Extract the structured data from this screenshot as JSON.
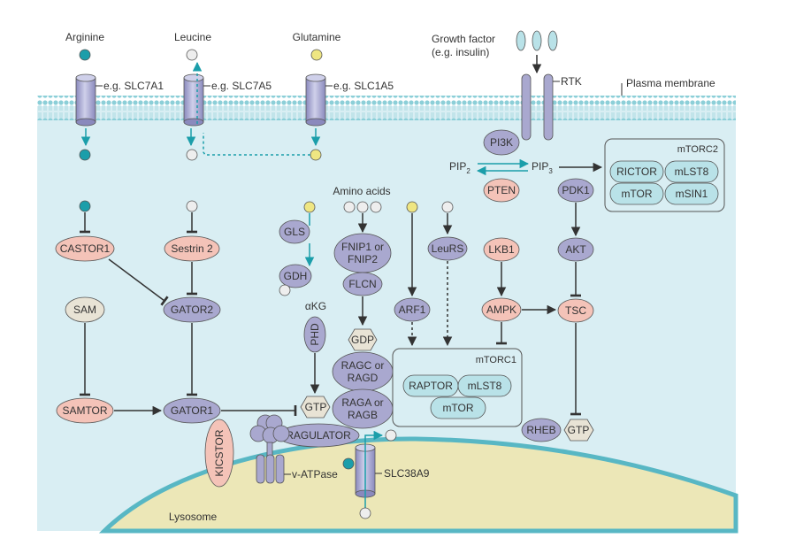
{
  "colors": {
    "cytoplasm": "#d9eef3",
    "membrane": "#8ccfd8",
    "lysosome": "#ece7b7",
    "lysosome_edge": "#58b7c4",
    "purple": "#a9a8cf",
    "pink": "#f4c3b8",
    "teal": "#b9e2e8",
    "beige": "#e8e3d5",
    "grey_circle": "#eeeeee",
    "yellow_circle": "#efe682",
    "teal_circle": "#1b9eaa",
    "arrow_teal": "#1b9eaa",
    "arrow_dark": "#333333"
  },
  "labels": {
    "arginine": "Arginine",
    "leucine": "Leucine",
    "glutamine": "Glutamine",
    "growth_factor": "Growth factor",
    "growth_factor_example": "(e.g. insulin)",
    "slc7a1": "e.g. SLC7A1",
    "slc7a5": "e.g. SLC7A5",
    "slc1a5": "e.g. SLC1A5",
    "rtk": "RTK",
    "plasma_membrane": "Plasma membrane",
    "amino_acids": "Amino acids",
    "akg": "αKG",
    "lysosome": "Lysosome",
    "v_atpase": "v-ATPase",
    "slc38a9": "SLC38A9",
    "pip2_main": "PIP",
    "pip2_sub": "2",
    "pip3_main": "PIP",
    "pip3_sub": "3"
  },
  "nodes": {
    "pi3k": "PI3K",
    "pten": "PTEN",
    "pdk1": "PDK1",
    "akt": "AKT",
    "tsc": "TSC",
    "lkb1": "LKB1",
    "ampk": "AMPK",
    "rheb": "RHEB",
    "castor1": "CASTOR1",
    "sestrin2": "Sestrin 2",
    "sam": "SAM",
    "samtor": "SAMTOR",
    "gator2": "GATOR2",
    "gator1": "GATOR1",
    "kicstor": "KICSTOR",
    "gls": "GLS",
    "gdh": "GDH",
    "phd": "PHD",
    "fnip_line1": "FNIP1 or",
    "fnip_line2": "FNIP2",
    "flcn": "FLCN",
    "gdp": "GDP",
    "gtp_rag": "GTP",
    "gtp_rheb": "GTP",
    "ragc_line1": "RAGC or",
    "ragc_line2": "RAGD",
    "raga_line1": "RAGA or",
    "raga_line2": "RAGB",
    "ragulator": "RAGULATOR",
    "arf1": "ARF1",
    "leurs": "LeuRS"
  },
  "mtorc1": {
    "title": "mTORC1",
    "raptor": "RAPTOR",
    "mlst8": "mLST8",
    "mtor": "mTOR"
  },
  "mtorc2": {
    "title": "mTORC2",
    "rictor": "RICTOR",
    "mlst8": "mLST8",
    "mtor": "mTOR",
    "msin1": "mSIN1"
  }
}
